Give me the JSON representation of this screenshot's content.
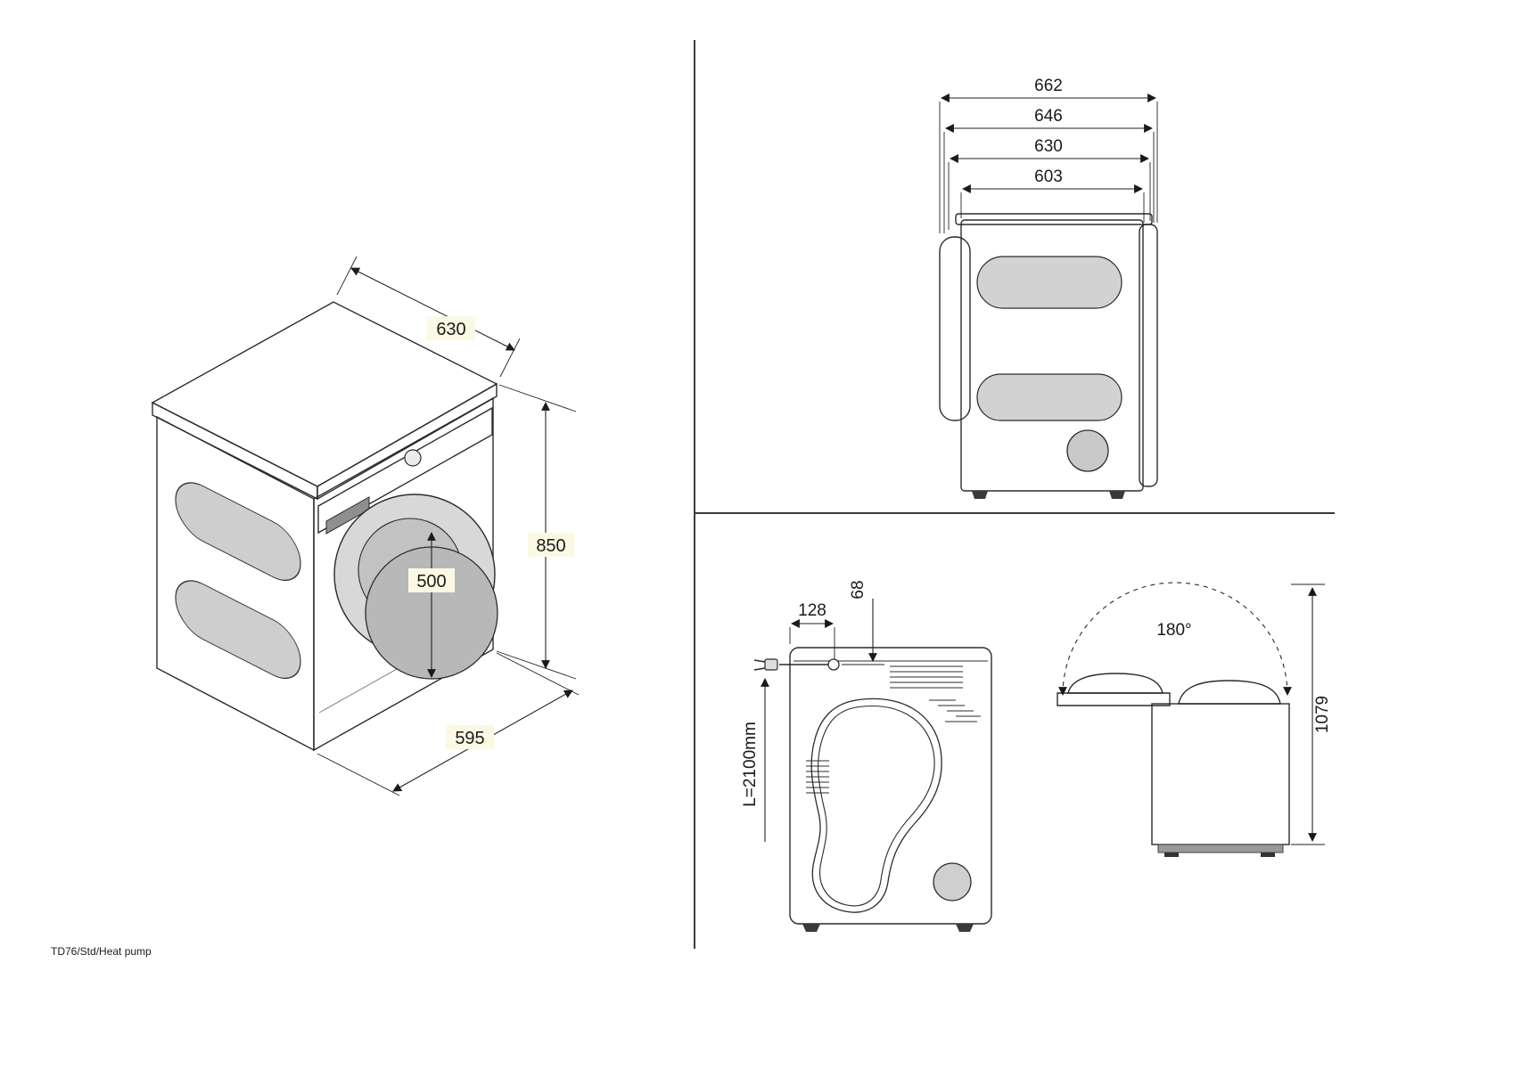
{
  "footer": {
    "model": "TD76/Std/Heat pump"
  },
  "views": {
    "isometric": {
      "depth": "630",
      "height": "850",
      "door": "500",
      "width": "595"
    },
    "side": {
      "d1": "662",
      "d2": "646",
      "d3": "630",
      "d4": "603"
    },
    "rear": {
      "x": "128",
      "y": "68",
      "cord": "L=2100mm"
    },
    "open": {
      "angle": "180°",
      "height": "1079"
    }
  }
}
